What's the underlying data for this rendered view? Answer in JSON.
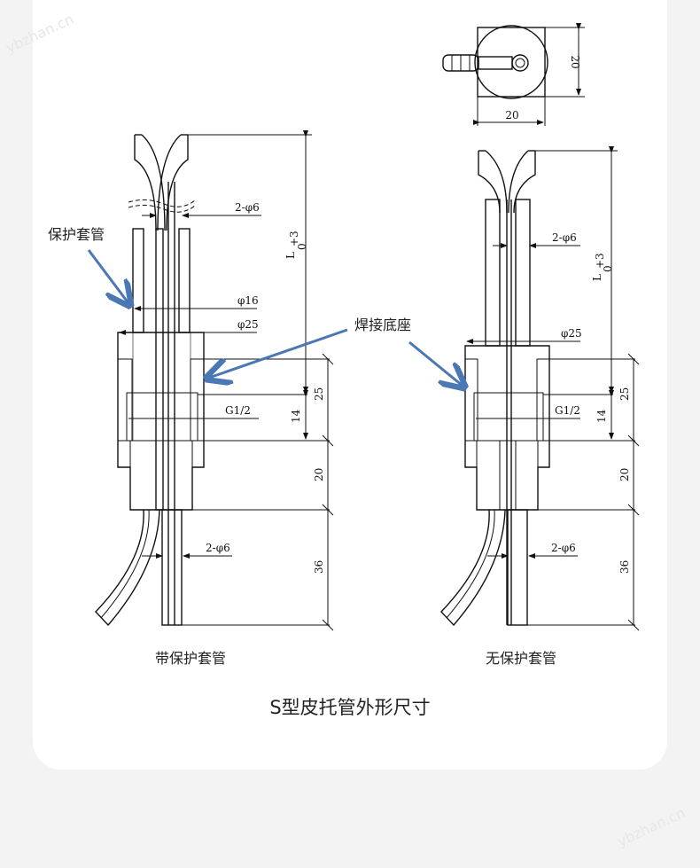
{
  "watermark": "ybzhan.cn",
  "title": "S型皮托管外形尺寸",
  "callouts": {
    "sleeve": "保护套管",
    "base": "焊接底座"
  },
  "captions": {
    "with_sleeve": "带保护套管",
    "without_sleeve": "无保护套管"
  },
  "top_view": {
    "width": "20",
    "height": "20"
  },
  "left_dims": {
    "tube_top": "2-φ6",
    "sleeve_dia": "φ16",
    "base_dia": "φ25",
    "thread": "G1/2",
    "tube_bottom": "2-φ6",
    "length": "L",
    "tol_upper": "+3",
    "tol_lower": "0",
    "d25": "25",
    "d14": "14",
    "d20": "20",
    "d36": "36"
  },
  "right_dims": {
    "tube_top": "2-φ6",
    "base_dia": "φ25",
    "thread": "G1/2",
    "tube_bottom": "2-φ6",
    "length": "L",
    "tol_upper": "+3",
    "tol_lower": "0",
    "d25": "25",
    "d14": "14",
    "d20": "20",
    "d36": "36"
  },
  "colors": {
    "arrow": "#4a78b5",
    "line": "#111111",
    "card": "#ffffff",
    "background": "#f3f3f3"
  }
}
